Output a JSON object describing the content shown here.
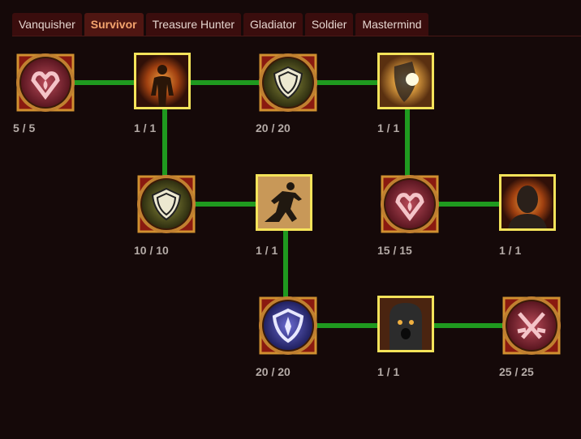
{
  "tabs": [
    {
      "label": "Vanquisher",
      "active": false
    },
    {
      "label": "Survivor",
      "active": true
    },
    {
      "label": "Treasure Hunter",
      "active": false
    },
    {
      "label": "Gladiator",
      "active": false
    },
    {
      "label": "Soldier",
      "active": false
    },
    {
      "label": "Mastermind",
      "active": false
    }
  ],
  "nodes": [
    {
      "name": "heart-node",
      "rank": "5 / 5"
    },
    {
      "name": "fiery-body-node",
      "rank": "1 / 1"
    },
    {
      "name": "shield-node",
      "rank": "20 / 20"
    },
    {
      "name": "shining-shield-node",
      "rank": "1 / 1"
    },
    {
      "name": "shield-node-2",
      "rank": "10 / 10"
    },
    {
      "name": "runner-node",
      "rank": "1 / 1"
    },
    {
      "name": "heart-node-2",
      "rank": "15 / 15"
    },
    {
      "name": "bald-head-node",
      "rank": "1 / 1"
    },
    {
      "name": "blue-shield-node",
      "rank": "20 / 20"
    },
    {
      "name": "helmet-warrior-node",
      "rank": "1 / 1"
    },
    {
      "name": "crossed-swords-node",
      "rank": "25 / 25"
    }
  ],
  "colors": {
    "accent": "#f4a46e",
    "connector": "#1f9a1f",
    "square_border": "#f4e35a"
  }
}
